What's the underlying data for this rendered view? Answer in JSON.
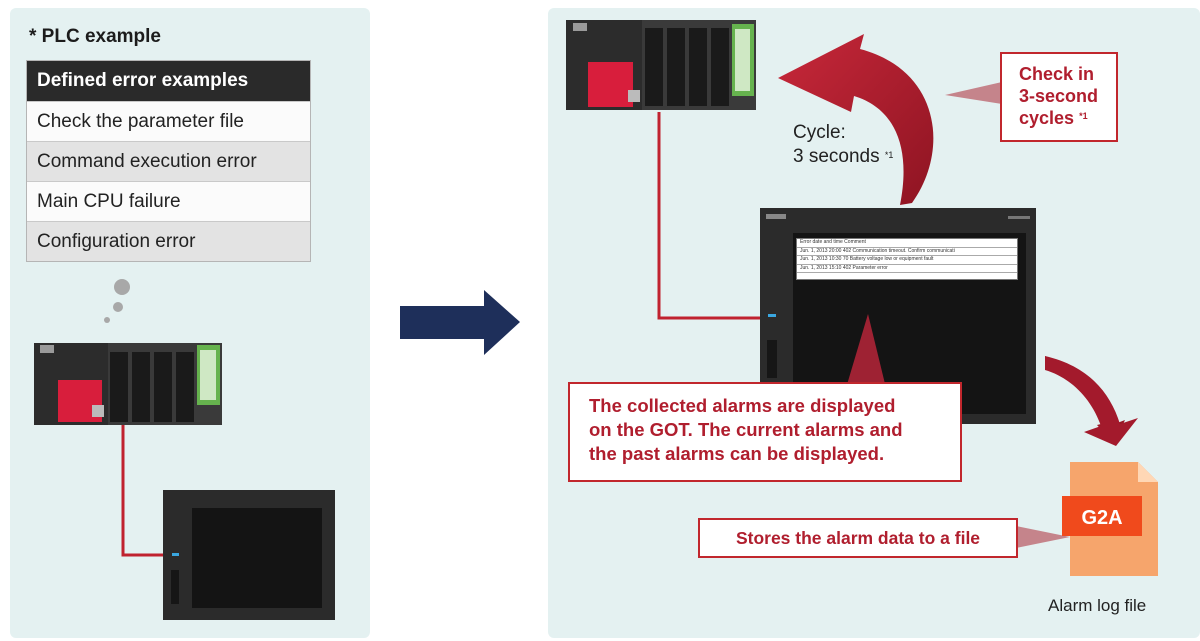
{
  "left": {
    "title": "* PLC example",
    "table": {
      "header": "Defined error examples",
      "rows": [
        "Check the parameter file",
        "Command execution error",
        "Main CPU failure",
        "Configuration error"
      ]
    }
  },
  "right": {
    "cycle_label": "Cycle:",
    "cycle_value": "3 seconds",
    "cycle_note": "*1",
    "check_callout": [
      "Check in",
      "3-second",
      "cycles"
    ],
    "check_note": "*1",
    "collected_callout": [
      "The collected alarms are displayed",
      "on the GOT. The current alarms and",
      "the past alarms can be displayed."
    ],
    "stores_callout": "Stores the alarm data to a file",
    "file_badge": "G2A",
    "file_caption": "Alarm log file",
    "screen_rows": [
      "Error date and time   Comment",
      "Jun. 1, 2013 20:00   402 Communication timeout. Confirm communicati",
      "Jun. 1, 2013 10:30   70  Battery voltage low or equipment fault",
      "Jun. 1, 2013 15:10   402 Parameter error"
    ]
  },
  "colors": {
    "panel_bg": "#e4f1f1",
    "accent_red": "#b01e2e",
    "arrow_navy": "#1e2f5a",
    "file_orange": "#f04a1c"
  }
}
